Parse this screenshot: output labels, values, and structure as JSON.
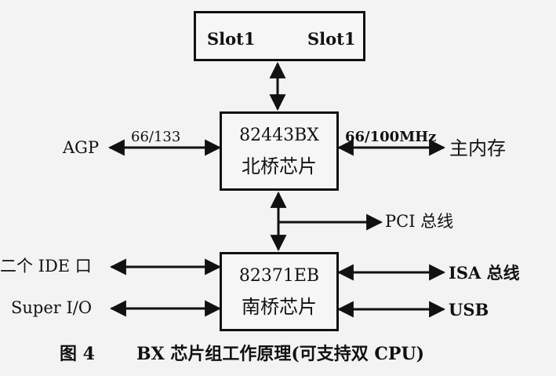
{
  "cpu_box": {
    "slot_left": "Slot1",
    "slot_right": "Slot1"
  },
  "north_bridge": {
    "model": "82443BX",
    "name": "北桥芯片"
  },
  "south_bridge": {
    "model": "82371EB",
    "name": "南桥芯片"
  },
  "links": {
    "agp_label": "AGP",
    "agp_speed": "66/133",
    "memory_speed": "66/100MHz",
    "memory_label": "主内存",
    "pci_label": "PCI 总线",
    "ide_label": "二个 IDE 口",
    "superio_label": "Super I/O",
    "isa_label": "ISA 总线",
    "usb_label": "USB"
  },
  "caption": {
    "figure_number": "图 4",
    "text": "BX 芯片组工作原理(可支持双 CPU)"
  }
}
